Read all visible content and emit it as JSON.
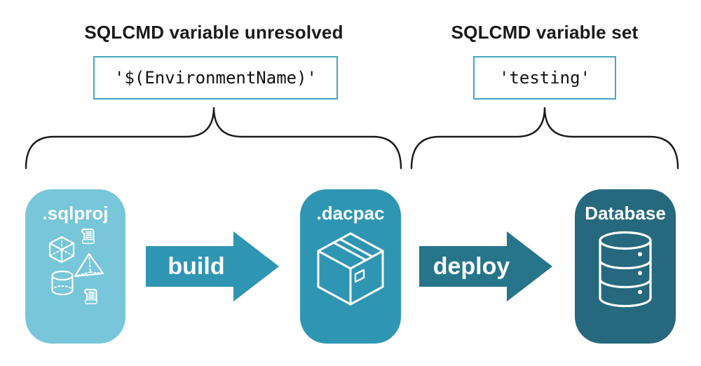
{
  "annotations": {
    "left": {
      "heading": "SQLCMD variable unresolved",
      "code": "'$(EnvironmentName)'"
    },
    "right": {
      "heading": "SQLCMD variable set",
      "code": "'testing'"
    }
  },
  "pipeline": {
    "nodes": [
      {
        "label": ".sqlproj",
        "color": "#77C6DA",
        "icon": "sql-project-objects-icon"
      },
      {
        "label": ".dacpac",
        "color": "#2E96B2",
        "icon": "package-icon"
      },
      {
        "label": "Database",
        "color": "#26697E",
        "icon": "database-icon"
      }
    ],
    "arrows": [
      {
        "label": "build",
        "color": "#2E96B2"
      },
      {
        "label": "deploy",
        "color": "#26758A"
      }
    ]
  },
  "style": {
    "code_box_border": "#46A6C6",
    "brace_color": "#1A1A1A",
    "heading_text_color": "#1A1A1A",
    "background": "#FFFFFF"
  }
}
